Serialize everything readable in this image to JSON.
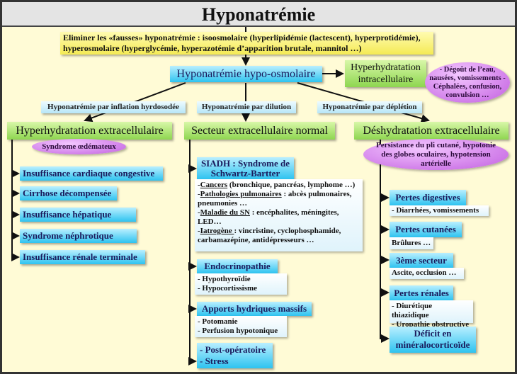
{
  "title": "Hyponatrémie",
  "eliminate": "Eliminer les «fausses» hyponatrémie : isoosmolaire (hyperlipidémie (lactescent), hyperprotidémie), hyperosmolaire (hyperglycémie, hyperazotémie d’apparition brutale, mannitol …)",
  "hypo_osmolaire": "Hyponatrémie hypo-osmolaire",
  "intracell": {
    "label": "Hyperhydratation intracellulaire",
    "signs": "- Dégoût de l’eau, nausées, vomissements -Céphalées, confusion, convulsion …"
  },
  "mechanisms": [
    "Hyponatrémie par inflation hyrdosodée",
    "Hyponatrémie par dilution",
    "Hyponatrémie par déplétion"
  ],
  "left": {
    "header": "Hyperhydratation extracellulaire",
    "signs": "Syndrome œdémateux",
    "items": [
      "Insuffisance cardiaque congestive",
      "Cirrhose décompensée",
      "Insuffisance hépatique",
      "Syndrome néphrotique",
      "Insuffisance rénale terminale"
    ]
  },
  "middle": {
    "header": "Secteur extracellulaire normal",
    "siadh": "SIADH : Syndrome de Schwartz-Bartter",
    "siadh_details": [
      {
        "k": "Cancers",
        "v": " (bronchique, pancréas, lymphome …)"
      },
      {
        "k": "Pathologies pulmonaires",
        "v": " : abcès pulmonaires, pneumonies …"
      },
      {
        "k": "Maladie du SN",
        "v": " : encéphalites, méningites, LED…"
      },
      {
        "k": "Iatrogène ",
        "v": ": vincristine, cyclophosphamide, carbamazépine, antidépresseurs …"
      }
    ],
    "endocrino": "Endocrinopathie",
    "endocrino_details": [
      "- Hypothyroïdie",
      "- Hypocortissisme"
    ],
    "apports": "Apports hydriques massifs",
    "apports_details": [
      "- Potomanie",
      "- Perfusion hypotonique"
    ],
    "postop": [
      "- Post-opératoire",
      "- Stress"
    ]
  },
  "right": {
    "header": "Déshydratation extracellulaire",
    "signs": "Persistance du pli cutané, hypotonie des globes oculaires, hypotension artérielle",
    "items": [
      {
        "label": "Pertes digestives",
        "details": [
          "- Diarrhées, vomissements"
        ]
      },
      {
        "label": "Pertes cutanées",
        "details": [
          "Brûlures …"
        ]
      },
      {
        "label": "3ème secteur",
        "details": [
          "Ascite, occlusion …"
        ]
      },
      {
        "label": "Pertes rénales",
        "details": [
          "- Diurétique thiazidique",
          "- Uropathie obstructive"
        ]
      },
      {
        "label": "Déficit en minéralocorticoïde",
        "details": []
      }
    ]
  },
  "colors": {
    "background": "#fffbd6",
    "cyan": "#2ec3f0",
    "green": "#8ed650",
    "purple": "#c25ee0",
    "yellow": "#f4ea55"
  }
}
